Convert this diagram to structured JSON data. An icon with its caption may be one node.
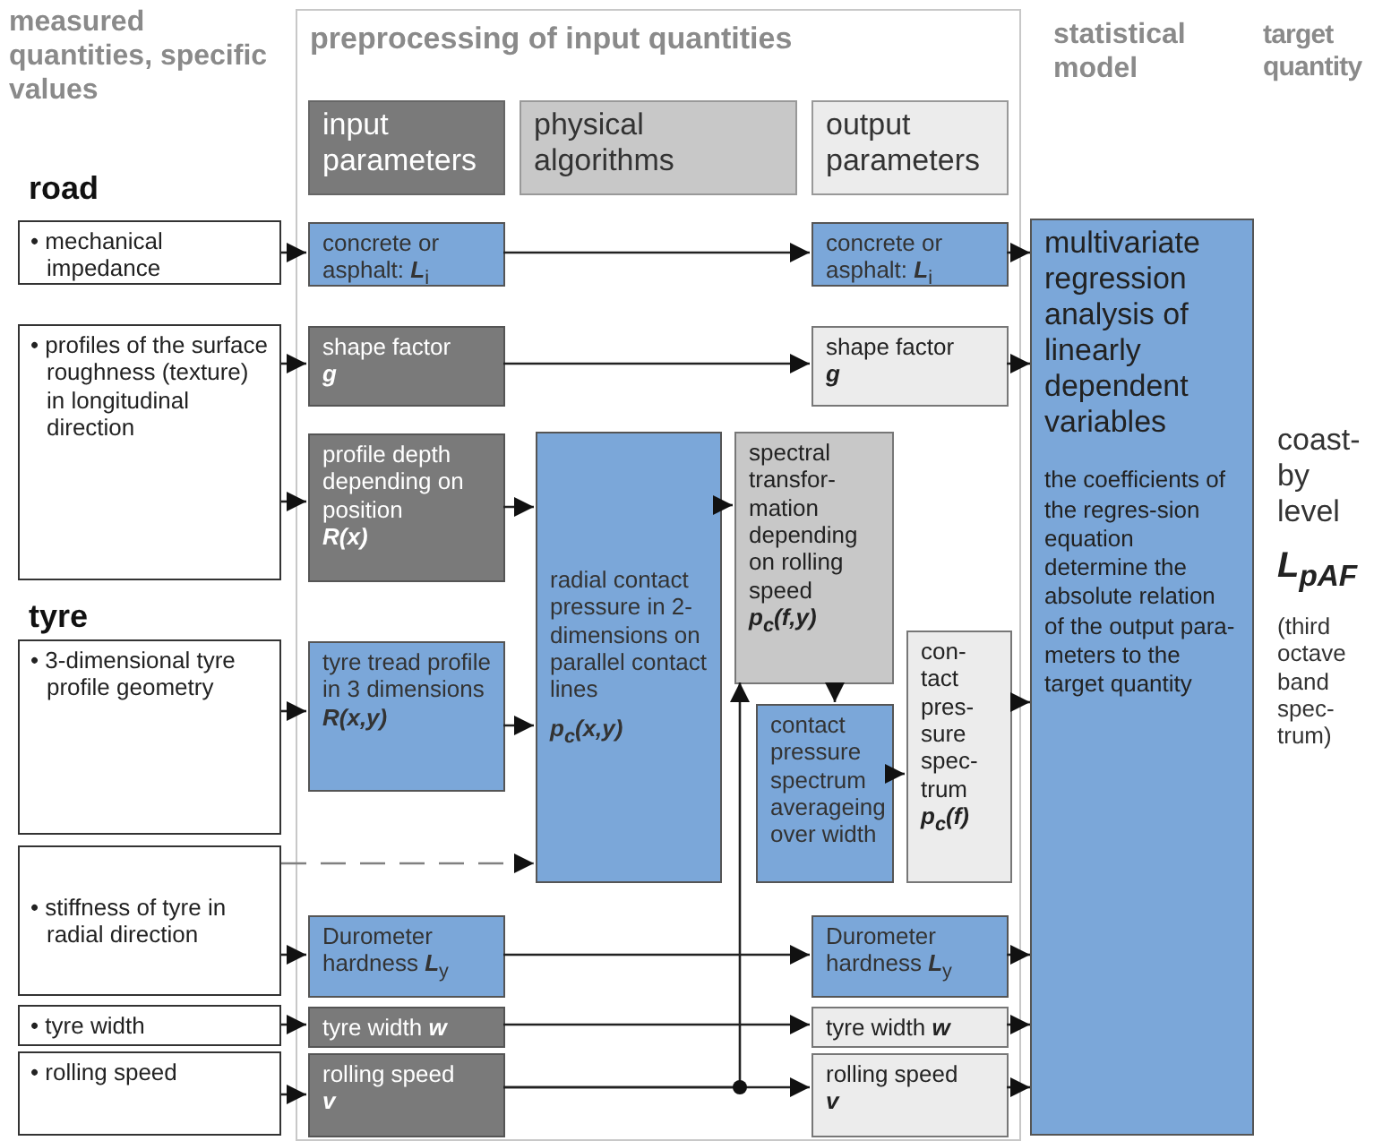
{
  "diagram": {
    "nodes": [
      {
        "text": [
          "preprocessing of input quantities"
        ]
      },
      {
        "text": [
          "input parameters"
        ],
        "in": 0
      },
      {
        "text": [
          "physical algorithms"
        ],
        "in": 0
      },
      {
        "text": [
          "output parameters"
        ],
        "in": 0
      },
      {
        "text": [
          "• mechanical impedance"
        ]
      },
      {
        "text": [
          "• profiles of the surface roughness (texture) in longitudinal direction"
        ]
      },
      {
        "text": [
          "• 3-dimensional tyre profile geometry"
        ]
      },
      {
        "text": [
          "• stiffness of tyre in radial direction"
        ]
      },
      {
        "text": [
          "• tyre width"
        ]
      },
      {
        "text": [
          "• rolling speed"
        ]
      },
      {
        "text": [
          "concrete or asphalt: **L**$_{i}$"
        ],
        "in": 0
      },
      {
        "text": [
          "shape factor",
          "g"
        ],
        "in": 0
      },
      {
        "text": [
          "profile depth depending on position",
          "R(x)"
        ],
        "in": 0
      },
      {
        "text": [
          "tyre tread profile in 3 dimensions",
          "R(x,y)"
        ],
        "in": 0
      },
      {
        "text": [
          "Durometer hardness **L**$_{y}$"
        ],
        "in": 0
      },
      {
        "text": [
          "tyre width **w**"
        ],
        "in": 0
      },
      {
        "text": [
          "rolling speed",
          "v"
        ],
        "in": 0
      },
      {
        "text": [
          "radial contact pressure in 2-dimensions on parallel contact lines",
          "p$_{c}$(x,y)"
        ],
        "in": 0
      },
      {
        "text": [
          "spectral transfor-mation depending on rolling speed",
          "p$_{c}$(f,y)"
        ],
        "in": 0
      },
      {
        "text": [
          "contact pressure spectrum averageing over width"
        ],
        "in": 0
      },
      {
        "text": [
          "con-tact pres-sure spec-trum",
          "p$_{c}$(f)"
        ],
        "in": 0
      },
      {
        "text": [
          "concrete or asphalt: **L**$_{i}$"
        ],
        "in": 0
      },
      {
        "text": [
          "shape factor",
          "g"
        ],
        "in": 0
      },
      {
        "text": [
          "Durometer hardness **L**$_{y}$"
        ],
        "in": 0
      },
      {
        "text": [
          "tyre width **w**"
        ],
        "in": 0
      },
      {
        "text": [
          "rolling speed",
          "v"
        ],
        "in": 0
      },
      {
        "text": [
          "multivariate regression analysis of linearly dependent variables",
          "the coefficients of the regres-sion equation determine the absolute relation of the output para-meters to the target quantity"
        ]
      }
    ],
    "edges": [
      {
        "from": 4,
        "to": 10,
        "arrow": "to"
      },
      {
        "from": 10,
        "to": 21,
        "arrow": "to"
      },
      {
        "from": 5,
        "to": 11,
        "arrow": "to"
      },
      {
        "from": 11,
        "to": 22,
        "arrow": "to"
      },
      {
        "from": 5,
        "to": 12,
        "arrow": "to"
      },
      {
        "from": 12,
        "to": 17,
        "arrow": "to"
      },
      {
        "from": 6,
        "to": 13,
        "arrow": "to"
      },
      {
        "from": 13,
        "to": 17,
        "arrow": "to"
      },
      {
        "from": 7,
        "to": 17,
        "arrow": "to",
        "style": "dashed",
        "color": "#808080"
      },
      {
        "from": 7,
        "to": 14,
        "arrow": "to"
      },
      {
        "from": 14,
        "to": 23,
        "arrow": "to"
      },
      {
        "from": 8,
        "to": 15,
        "arrow": "to"
      },
      {
        "from": 15,
        "to": 24,
        "arrow": "to"
      },
      {
        "from": 9,
        "to": 16,
        "arrow": "to"
      },
      {
        "from": 16,
        "to": 25,
        "arrow": "to"
      },
      {
        "from": 16,
        "to": 18,
        "arrow": "to"
      },
      {
        "from": 17,
        "to": 18,
        "arrow": "to"
      },
      {
        "from": 18,
        "to": 19,
        "arrow": "to"
      },
      {
        "from": 19,
        "to": 20,
        "arrow": "to"
      },
      {
        "from": 20,
        "to": 26,
        "arrow": "to"
      },
      {
        "from": 21,
        "to": 26,
        "arrow": "to"
      },
      {
        "from": 22,
        "to": 26,
        "arrow": "to"
      },
      {
        "from": 23,
        "to": 26,
        "arrow": "to"
      },
      {
        "from": 24,
        "to": 26,
        "arrow": "to"
      },
      {
        "from": 25,
        "to": 26,
        "arrow": "to"
      }
    ],
    "labels": [
      "measured quantities, specific values",
      "statistical model",
      "target quantity",
      "road",
      "tyre",
      "coast-by level",
      "L$_{pAF}$",
      "(third octave band spec-trum)"
    ]
  }
}
